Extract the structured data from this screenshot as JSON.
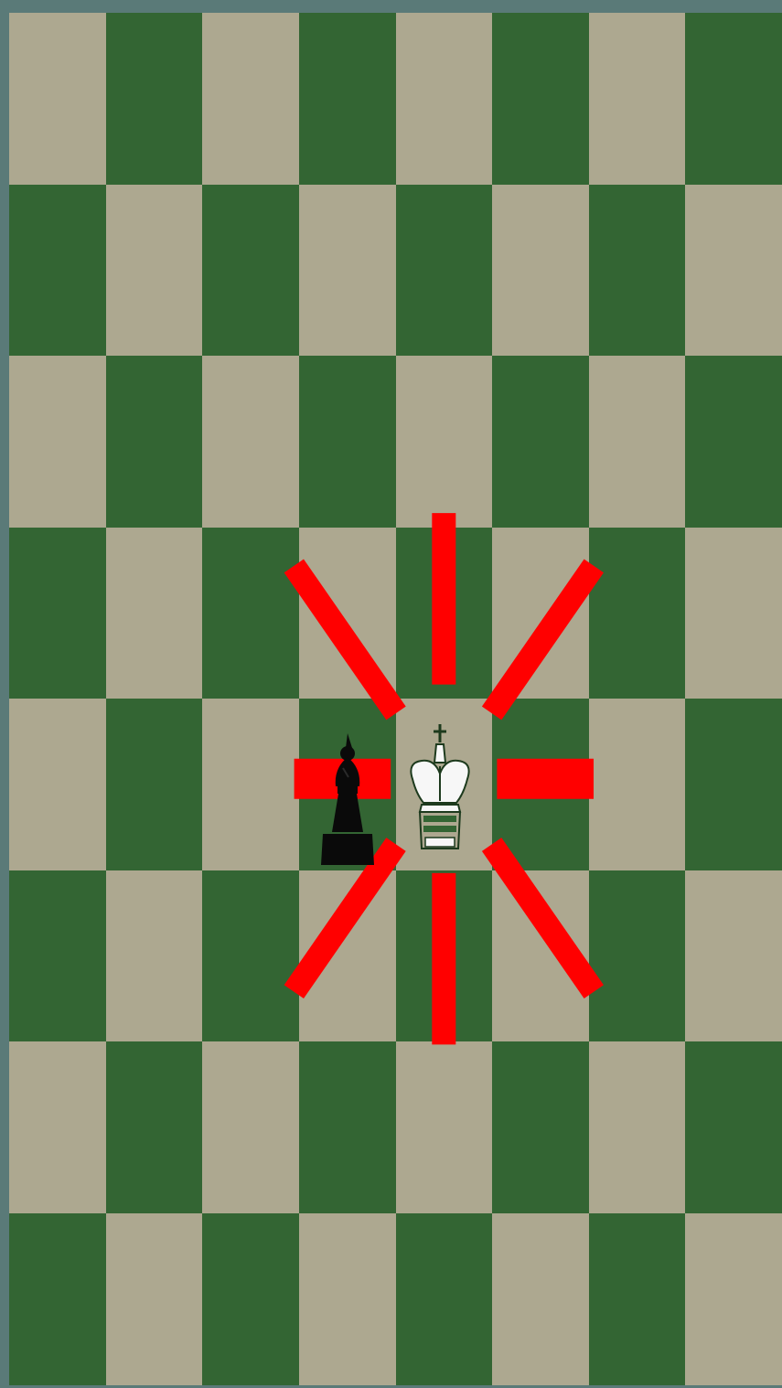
{
  "board": {
    "rows": 8,
    "cols": 8,
    "light_color": "#ada890",
    "dark_color": "#336533",
    "first_square_light": true
  },
  "pieces": [
    {
      "name": "black-bishop-icon",
      "type": "bishop",
      "color": "black",
      "row": 4,
      "col": 3
    },
    {
      "name": "white-king-icon",
      "type": "king",
      "color": "white",
      "row": 4,
      "col": 4
    }
  ],
  "move_indicator": {
    "color": "#ff0000",
    "origin": {
      "row": 4,
      "col": 4
    },
    "directions": [
      "n",
      "ne",
      "e",
      "se",
      "s",
      "sw",
      "w",
      "nw"
    ]
  }
}
